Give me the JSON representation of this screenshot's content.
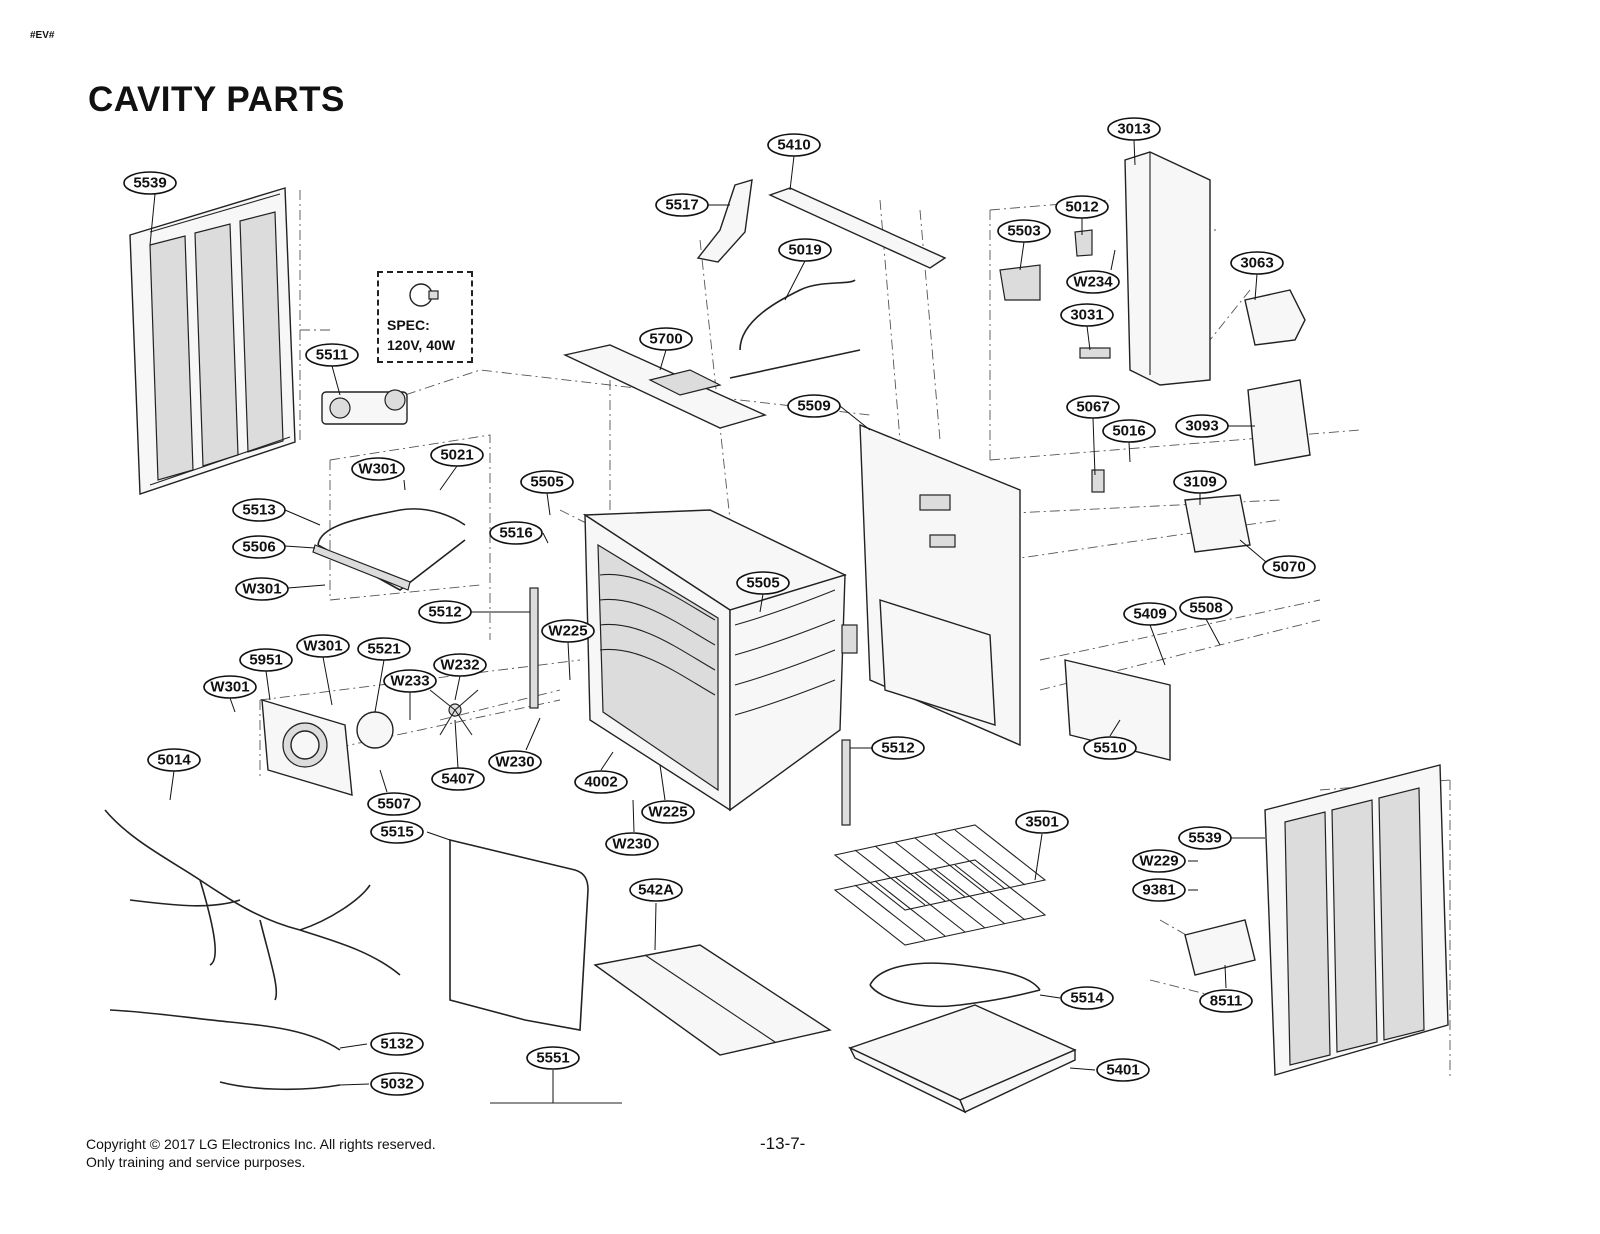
{
  "document": {
    "corner_code": "#EV#",
    "title": "CAVITY PARTS",
    "spec": {
      "label": "SPEC:",
      "value": "120V, 40W"
    },
    "footer": {
      "copyright": "Copyright © 2017 LG Electronics Inc. All rights reserved.",
      "purpose": "Only training and service purposes.",
      "page_number": "-13-7-"
    }
  },
  "parts": [
    "5539",
    "5410",
    "3013",
    "5517",
    "5012",
    "5019",
    "5503",
    "3063",
    "W234",
    "3031",
    "5511",
    "5700",
    "5509",
    "5067",
    "5016",
    "3093",
    "W301",
    "5021",
    "5505",
    "3109",
    "5513",
    "5516",
    "5506",
    "5070",
    "W301",
    "5505",
    "5512",
    "5409",
    "5508",
    "W225",
    "W301",
    "5521",
    "5951",
    "W232",
    "W233",
    "W301",
    "5510",
    "5512",
    "5014",
    "W230",
    "4002",
    "5407",
    "5507",
    "W225",
    "5515",
    "3501",
    "5539",
    "W230",
    "W229",
    "542A",
    "9381",
    "5514",
    "8511",
    "5132",
    "5551",
    "5401",
    "5032"
  ]
}
